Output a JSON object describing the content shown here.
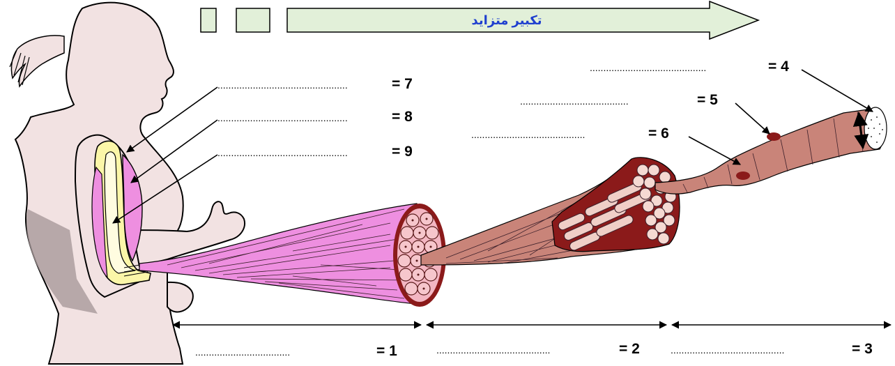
{
  "magnification_banner": {
    "text": "تكبير متزايد",
    "color": "#1f3fcf",
    "fill": "#e2f0d9"
  },
  "labels": [
    {
      "id": "1",
      "text": "= 1",
      "dots": "..................................."
    },
    {
      "id": "2",
      "text": "= 2",
      "dots": ".........................................."
    },
    {
      "id": "3",
      "text": "= 3",
      "dots": ".........................................."
    },
    {
      "id": "4",
      "text": "= 4",
      "dots": "..........................................."
    },
    {
      "id": "5",
      "text": "= 5",
      "dots": "........................................"
    },
    {
      "id": "6",
      "text": "= 6",
      "dots": ".........................................."
    },
    {
      "id": "7",
      "text": "= 7",
      "dots": "................................................"
    },
    {
      "id": "8",
      "text": "= 8",
      "dots": "................................................"
    },
    {
      "id": "9",
      "text": "= 9",
      "dots": "................................................"
    }
  ],
  "colors": {
    "body_skin": "#f2e2e2",
    "muscle_pink": "#ee8fe0",
    "bundle_brown": "#c98479",
    "fiber_red": "#8b1a1a",
    "tendon_yellow": "#fbf6a8"
  }
}
